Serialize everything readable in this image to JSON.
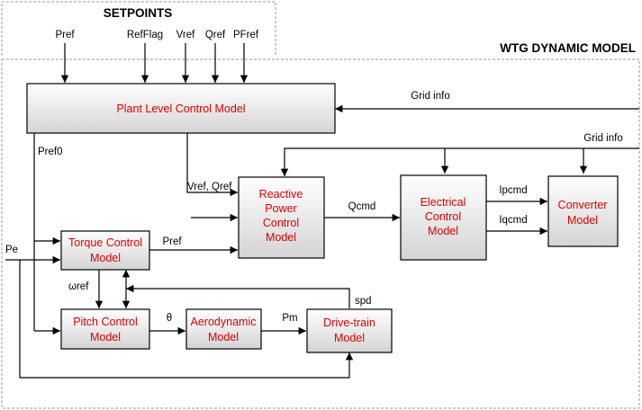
{
  "setpoints_title": "SETPOINTS",
  "model_title": "WTG DYNAMIC MODEL",
  "inputs": {
    "pref": "Pref",
    "refflag": "RefFlag",
    "vref": "Vref",
    "qref": "Qref",
    "pfref": "PFref"
  },
  "blocks": {
    "plant": [
      "Plant Level Control Model"
    ],
    "reactive": [
      "Reactive",
      "Power",
      "Control",
      "Model"
    ],
    "electrical": [
      "Electrical",
      "Control",
      "Model"
    ],
    "converter": [
      "Converter",
      "Model"
    ],
    "torque": [
      "Torque Control",
      "Model"
    ],
    "pitch": [
      "Pitch Control",
      "Model"
    ],
    "aero": [
      "Aerodynamic",
      "Model"
    ],
    "drivetrain": [
      "Drive-train",
      "Model"
    ]
  },
  "signals": {
    "grid_info_1": "Grid info",
    "grid_info_2": "Grid info",
    "pref0": "Pref0",
    "vref_qref": "Vref, Qref",
    "qcmd": "Qcmd",
    "ipcmd": "Ipcmd",
    "iqcmd": "Iqcmd",
    "pref_torque": "Pref",
    "pe": "Pe",
    "omega_ref": "ωref",
    "theta": "θ",
    "pm": "Pm",
    "spd": "spd"
  },
  "colors": {
    "block_label": "#e00000",
    "block_fill_top": "#ffffff",
    "block_fill_bottom": "#d4d4d4"
  }
}
